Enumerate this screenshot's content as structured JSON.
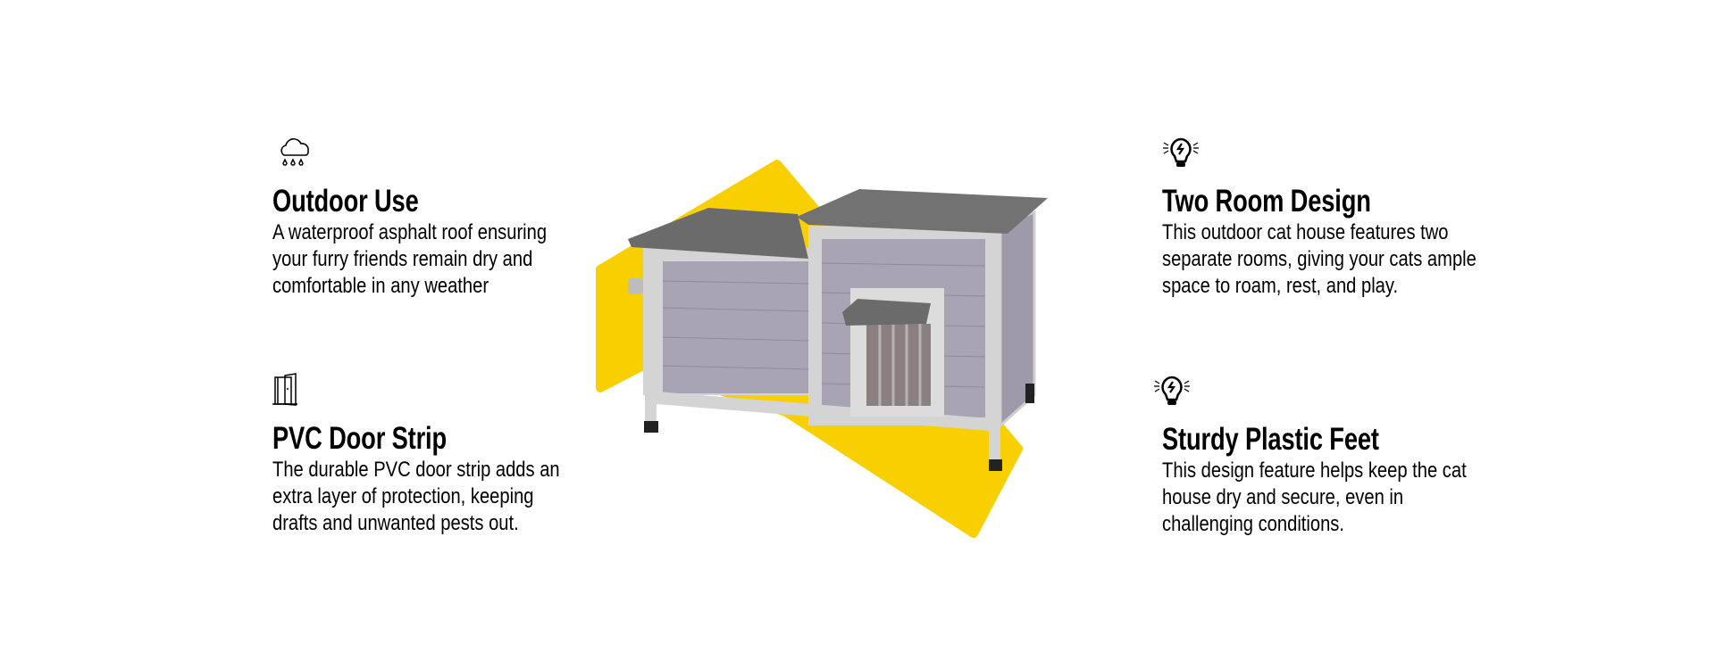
{
  "colors": {
    "accent": "#F8CF00",
    "roof": "#6b6b6b",
    "wall": "#a9a4b3",
    "trim": "#d6d6d6"
  },
  "features": [
    {
      "icon": "rain-cloud-icon",
      "title": "Outdoor Use",
      "lines": [
        "A waterproof asphalt roof ensuring",
        "your furry friends remain dry and",
        "comfortable in any weather"
      ]
    },
    {
      "icon": "door-icon",
      "title": "PVC Door Strip",
      "lines": [
        "The durable PVC door strip adds an",
        "extra layer of protection, keeping",
        "drafts and unwanted pests out."
      ]
    },
    {
      "icon": "lightbulb-icon",
      "title": "Two Room Design",
      "lines": [
        "This outdoor cat house features two",
        "separate rooms, giving your cats ample",
        "space to roam, rest, and play."
      ]
    },
    {
      "icon": "lightbulb-icon",
      "title": "Sturdy Plastic Feet",
      "lines": [
        "This design feature helps keep the cat",
        "house dry and secure, even in",
        "challenging conditions."
      ]
    }
  ]
}
